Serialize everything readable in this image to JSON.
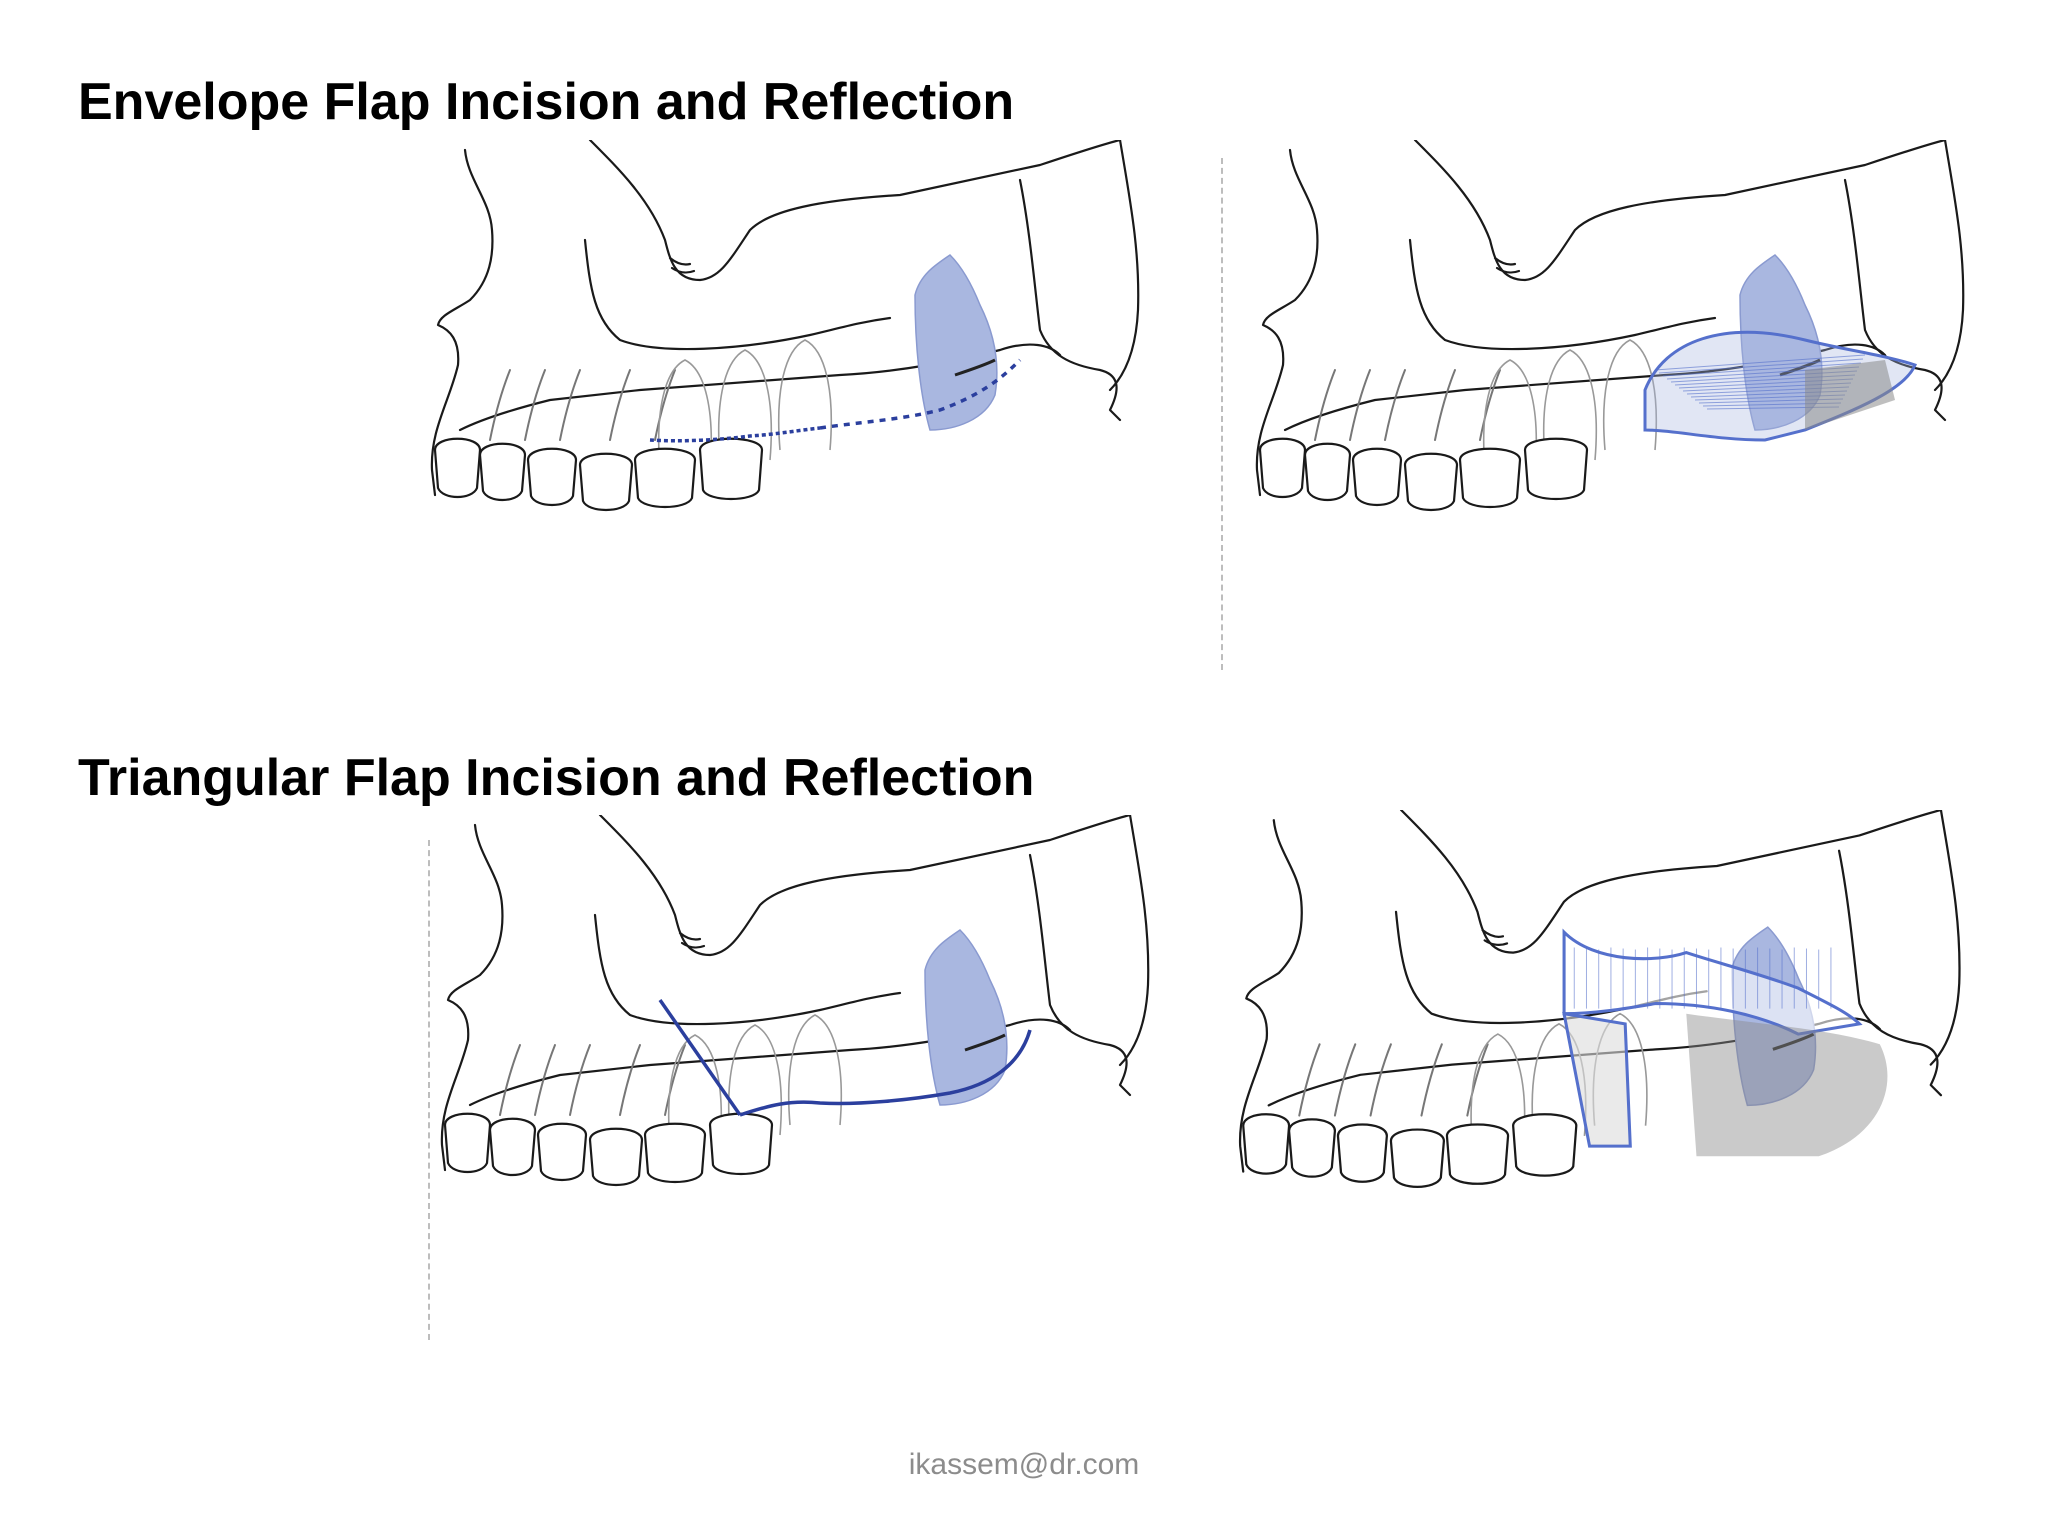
{
  "slide": {
    "heading_envelope": "Envelope Flap Incision and Reflection",
    "heading_triangular": "Triangular Flap Incision and Reflection",
    "footer_email": "ikassem@dr.com"
  },
  "colors": {
    "background": "#ffffff",
    "heading_text": "#000000",
    "outline_ink": "#1a1a1a",
    "tooth_fill": "#a9b7e0",
    "incision_line": "#2b3f9e",
    "flap_outline": "#5570cc",
    "shadow_gray": "#8a8a8a",
    "footer_text": "#8c8c8c"
  },
  "panels": [
    {
      "id": "envelope-incision",
      "incision": "envelope",
      "reflected": false
    },
    {
      "id": "envelope-reflection",
      "incision": "envelope",
      "reflected": true
    },
    {
      "id": "triangular-incision",
      "incision": "triangular",
      "reflected": false
    },
    {
      "id": "triangular-reflection",
      "incision": "triangular",
      "reflected": true
    }
  ]
}
